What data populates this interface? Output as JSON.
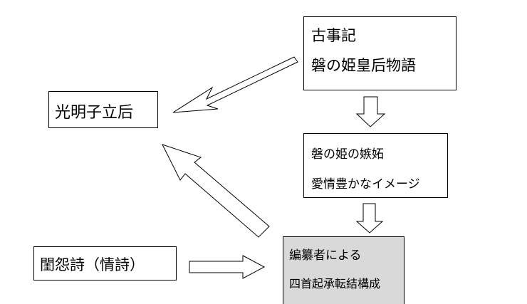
{
  "boxes": {
    "kojiki": {
      "line1": "古事記",
      "line2": "磐の姫皇后物語"
    },
    "komyoshi": {
      "line1": "光明子立后"
    },
    "iwanohime": {
      "line1": "磐の姫の嫉妬",
      "line2": "愛情豊かなイメージ"
    },
    "keienshi": {
      "line1": "閨怨詩（情詩）"
    },
    "editor": {
      "line1": "編纂者による",
      "line2": "四首起承転結構成"
    }
  },
  "colors": {
    "editor_fill": "#d9d9d9",
    "stroke": "#000000",
    "background": "#ffffff"
  }
}
